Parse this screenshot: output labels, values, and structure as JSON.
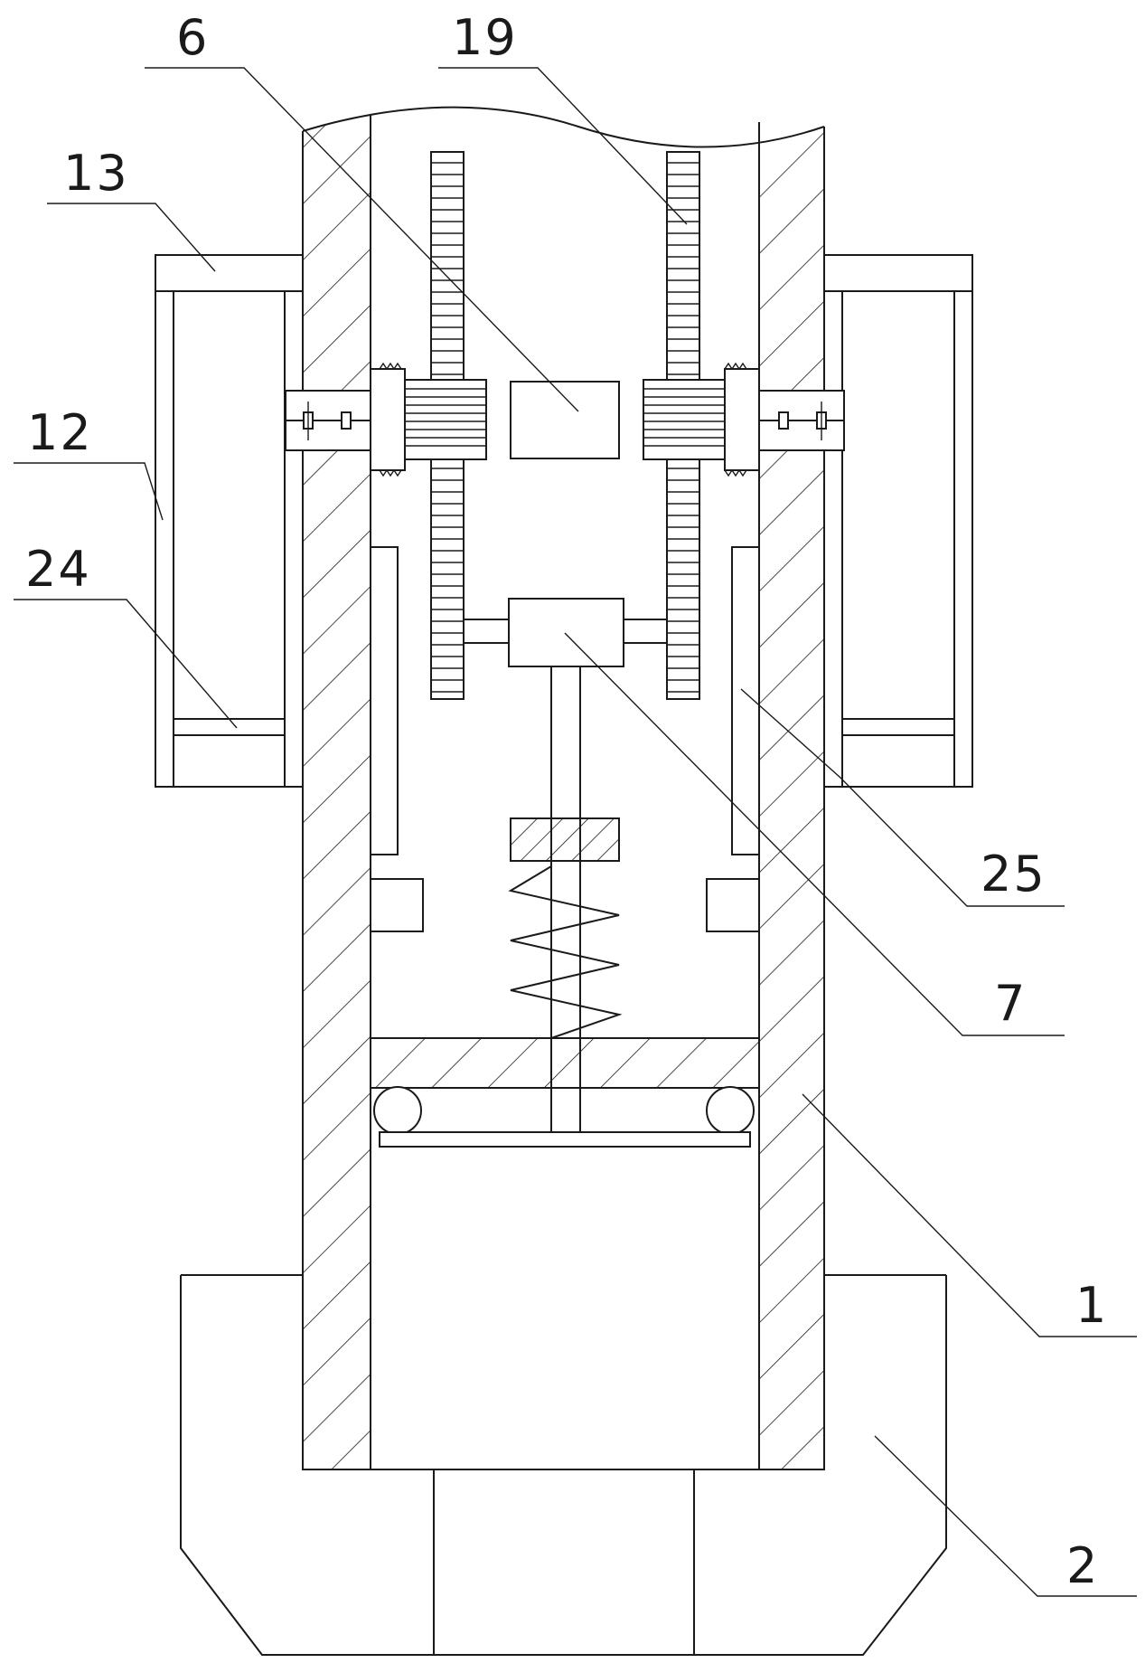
{
  "labels": {
    "ref_6": "6",
    "ref_19": "19",
    "ref_13": "13",
    "ref_12": "12",
    "ref_24": "24",
    "ref_25": "25",
    "ref_7": "7",
    "ref_1": "1",
    "ref_2": "2"
  },
  "colors": {
    "line": "#1a1a1a",
    "background": "#ffffff"
  }
}
